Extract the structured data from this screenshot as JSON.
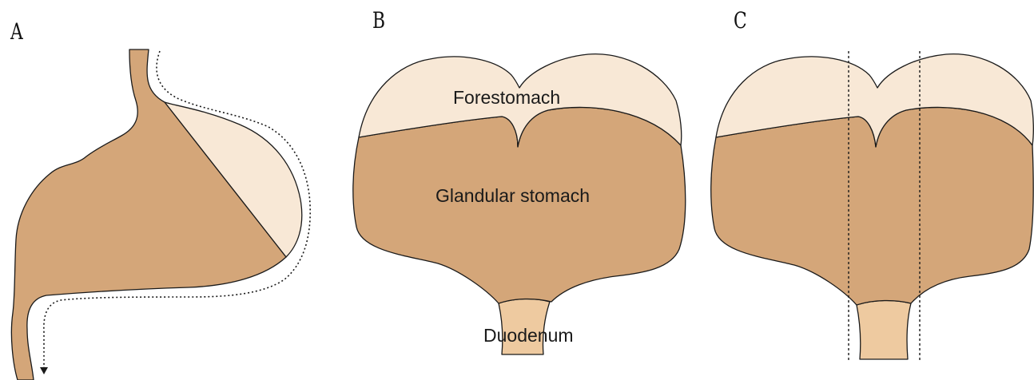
{
  "panels": {
    "a": {
      "letter": "A"
    },
    "b": {
      "letter": "B",
      "labels": {
        "forestomach": "Forestomach",
        "glandular": "Glandular stomach",
        "duodenum": "Duodenum"
      }
    },
    "c": {
      "letter": "C"
    }
  },
  "colors": {
    "glandular": "#d4a679",
    "forestomach": "#f8e8d6",
    "duodenum": "#eecaa0",
    "outline": "#1a1a1a",
    "background": "#ffffff"
  }
}
